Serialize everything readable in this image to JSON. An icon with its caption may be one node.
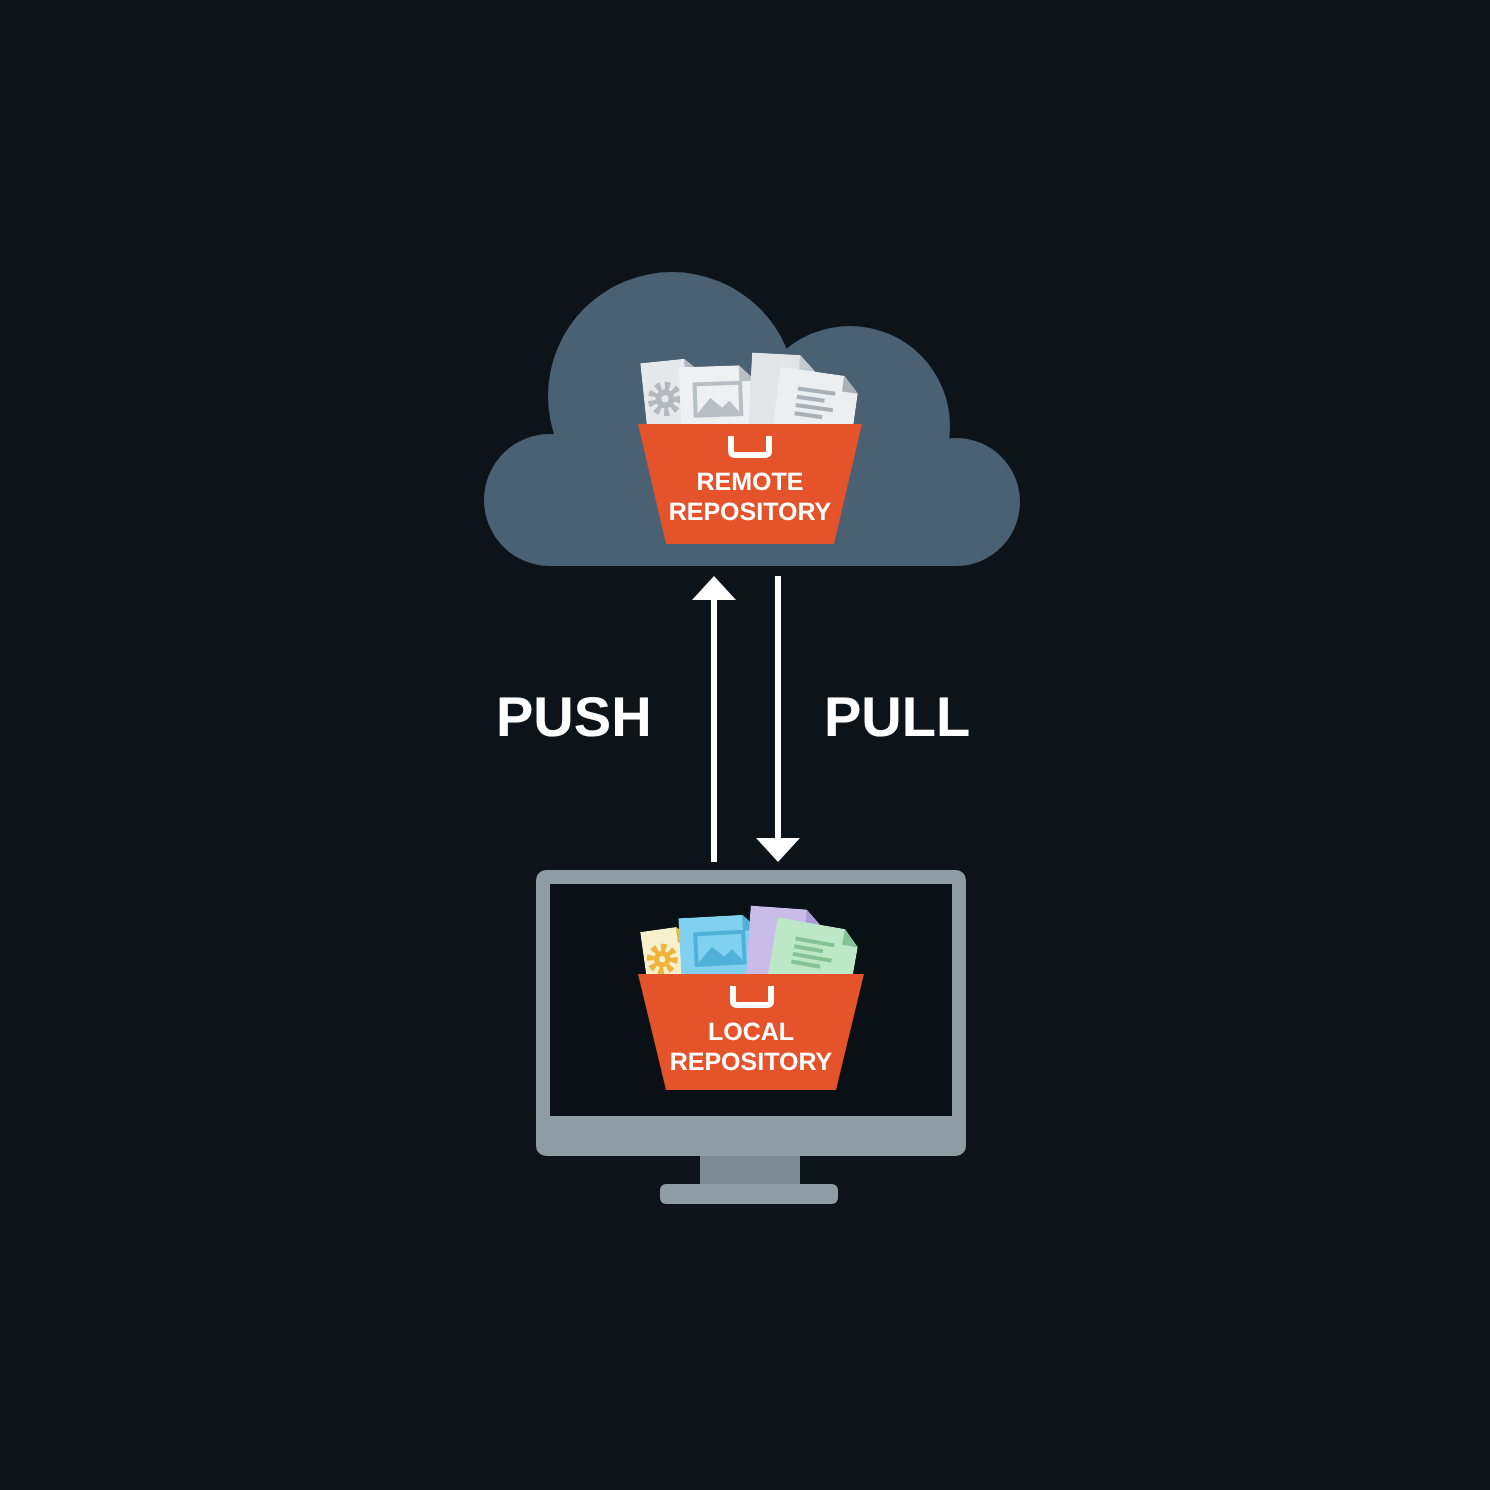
{
  "diagram": {
    "nodes": [
      {
        "text": [],
        "shape": "cloud"
      },
      {
        "text": [
          "REMOTE REPOSITORY"
        ],
        "in": 0
      },
      {
        "text": [],
        "shape": "monitor"
      },
      {
        "text": [
          "LOCAL REPOSITORY"
        ],
        "in": 2
      }
    ],
    "edges": [
      {
        "from": 2,
        "to": 0,
        "arrow": "to",
        "label": "PUSH"
      },
      {
        "from": 0,
        "to": 2,
        "arrow": "to",
        "label": "PULL"
      }
    ]
  }
}
